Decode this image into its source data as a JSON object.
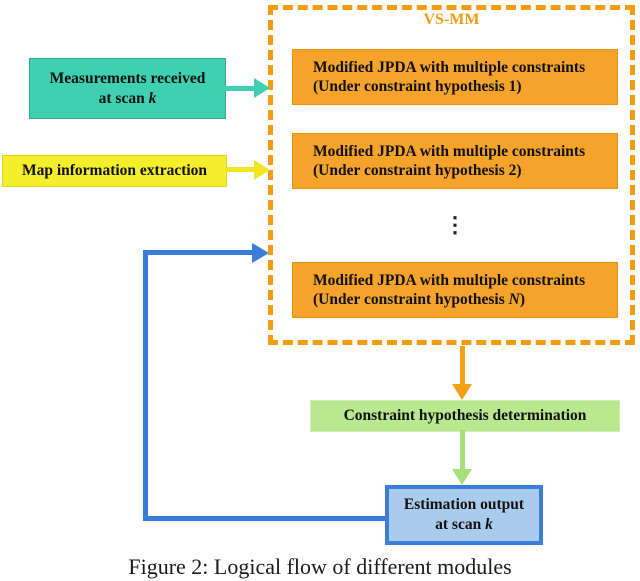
{
  "diagram": {
    "container_label": "VS-MM",
    "sources": {
      "measurements": {
        "line1": "Measurements received",
        "line2_prefix": "at scan ",
        "line2_var": "k"
      },
      "map": {
        "label": "Map information extraction"
      }
    },
    "jpda_boxes": [
      {
        "line1": "Modified JPDA with multiple constraints",
        "line2_prefix": "(Under constraint hypothesis ",
        "line2_var": "1",
        "line2_suffix": ")"
      },
      {
        "line1": "Modified JPDA with multiple constraints",
        "line2_prefix": "(Under constraint hypothesis ",
        "line2_var": "2",
        "line2_suffix": ")"
      },
      {
        "line1": "Modified JPDA with multiple constraints",
        "line2_prefix": "(Under constraint hypothesis ",
        "line2_var": "N",
        "line2_suffix": ")"
      }
    ],
    "ellipsis": "⋮",
    "determination": {
      "label": "Constraint hypothesis determination"
    },
    "output": {
      "line1": "Estimation output",
      "line2_prefix": "at scan ",
      "line2_var": "k"
    }
  },
  "caption": "Figure 2: Logical flow of different modules",
  "colors": {
    "dashed_container_border": "#f39c12",
    "jpda_box_fill": "#f5a32b",
    "measurements_fill": "#3ed0b0",
    "map_fill": "#f5ee2d",
    "determination_fill": "#b9e88e",
    "output_fill": "#a9ccec",
    "output_border": "#3a7dd8",
    "feedback_line": "#3a7dd8",
    "orange_arrow": "#f5a01b",
    "green_arrow": "#a8df7a"
  }
}
